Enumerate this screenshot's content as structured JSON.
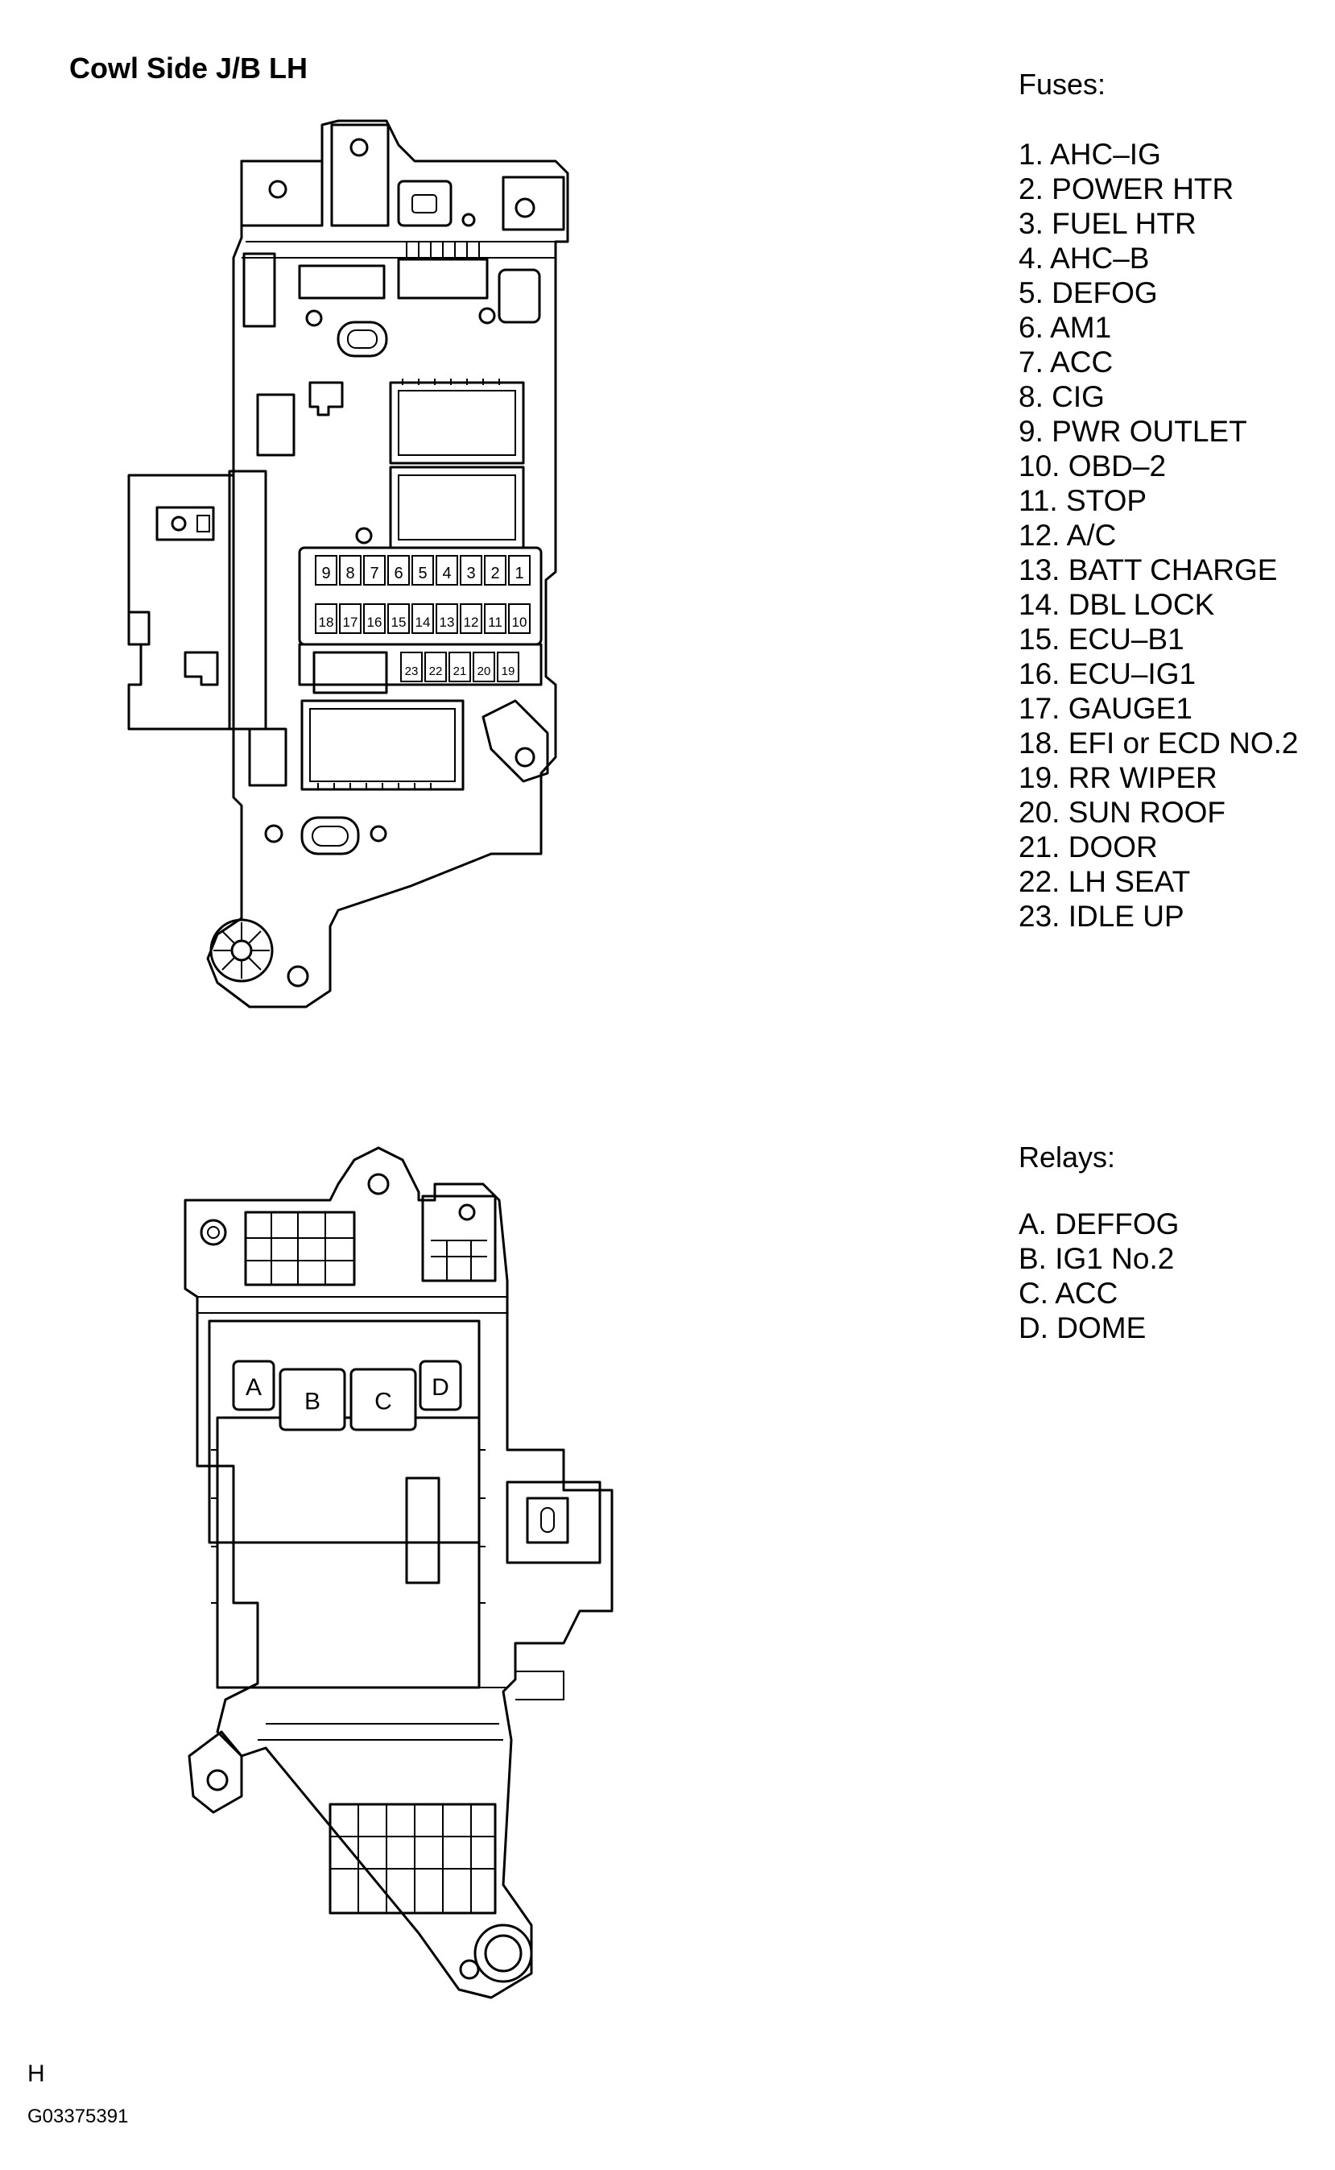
{
  "title": "Cowl Side J/B LH",
  "fuses": {
    "heading": "Fuses:",
    "items": [
      "1. AHC–IG",
      "2. POWER HTR",
      "3. FUEL HTR",
      "4. AHC–B",
      "5. DEFOG",
      "6. AM1",
      "7. ACC",
      "8. CIG",
      "9. PWR OUTLET",
      "10. OBD–2",
      "11. STOP",
      "12. A/C",
      "13. BATT CHARGE",
      "14. DBL LOCK",
      "15. ECU–B1",
      "16. ECU–IG1",
      "17. GAUGE1",
      "18. EFI or ECD NO.2",
      "19. RR WIPER",
      "20. SUN ROOF",
      "21. DOOR",
      "22. LH SEAT",
      "23. IDLE UP"
    ]
  },
  "relays": {
    "heading": "Relays:",
    "items": [
      "A. DEFFOG",
      "B. IG1 No.2",
      "C. ACC",
      "D. DOME"
    ]
  },
  "diagram": {
    "fuse_row_top": [
      "9",
      "8",
      "7",
      "6",
      "5",
      "4",
      "3",
      "2",
      "1"
    ],
    "fuse_row_middle": [
      "18",
      "17",
      "16",
      "15",
      "14",
      "13",
      "12",
      "11",
      "10"
    ],
    "fuse_row_bottom": [
      "23",
      "22",
      "21",
      "20",
      "19"
    ],
    "relay_labels": [
      "A",
      "B",
      "C",
      "D"
    ]
  },
  "footer": {
    "letter": "H",
    "code": "G03375391"
  }
}
